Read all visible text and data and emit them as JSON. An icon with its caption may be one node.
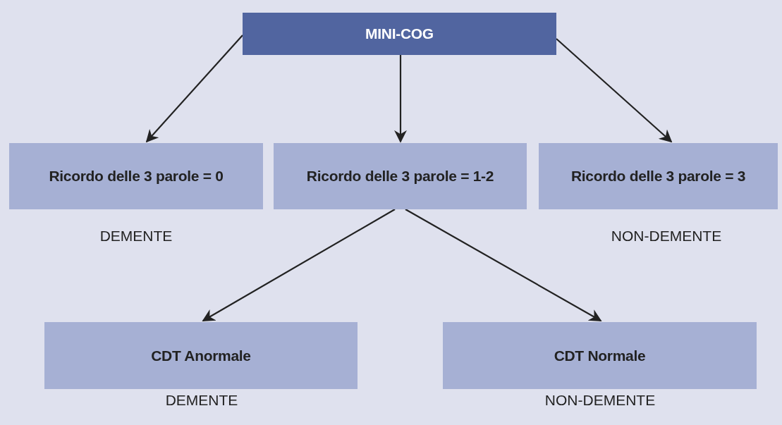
{
  "diagram": {
    "nodes": [
      {
        "text": [
          "MINI-COG"
        ]
      },
      {
        "text": [
          "Ricordo delle 3 parole = 0"
        ],
        "beside": [
          "DEMENTE"
        ]
      },
      {
        "text": [
          "Ricordo delle 3 parole = 1-2"
        ]
      },
      {
        "text": [
          "Ricordo delle 3 parole = 3"
        ],
        "beside": [
          "NON-DEMENTE"
        ]
      },
      {
        "text": [
          "CDT Anormale"
        ],
        "beside": [
          "DEMENTE"
        ]
      },
      {
        "text": [
          "CDT Normale"
        ],
        "beside": [
          "NON-DEMENTE"
        ]
      }
    ],
    "edges": [
      {
        "from": 0,
        "to": 1,
        "arrow": "to"
      },
      {
        "from": 0,
        "to": 2,
        "arrow": "to"
      },
      {
        "from": 0,
        "to": 3,
        "arrow": "to"
      },
      {
        "from": 2,
        "to": 4,
        "arrow": "to"
      },
      {
        "from": 2,
        "to": 5,
        "arrow": "to"
      }
    ]
  }
}
